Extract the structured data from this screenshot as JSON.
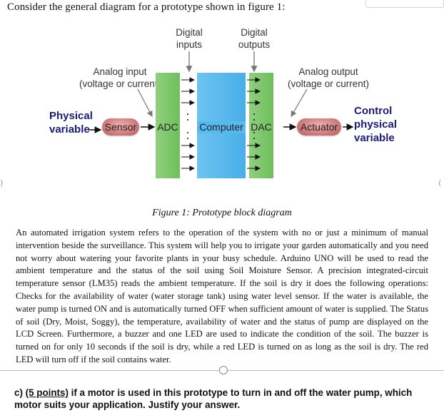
{
  "question": {
    "intro": "Consider the general diagram for a prototype shown in figure 1:"
  },
  "diagram": {
    "digital_inputs": [
      "Digital",
      "inputs"
    ],
    "digital_outputs": [
      "Digital",
      "outputs"
    ],
    "analog_input": [
      "Analog input",
      "(voltage or current)"
    ],
    "analog_output": [
      "Analog output",
      "(voltage or current)"
    ],
    "physical_variable": [
      "Physical",
      "variable"
    ],
    "control_physical_variable": [
      "Control",
      "physical",
      "variable"
    ],
    "sensor": "Sensor",
    "adc": "ADC",
    "computer": "Computer",
    "dac": "DAC",
    "actuator": "Actuator",
    "colors": {
      "converter_green": "#7ac767",
      "computer_blue": "#56b5ec",
      "pill_red": "#d98a8a",
      "label_navy": "#1a1a7a"
    }
  },
  "figure": {
    "caption": "Figure 1: Prototype block diagram"
  },
  "description": "An automated irrigation system refers to the operation of the system with no or just a minimum of manual intervention beside the surveillance. This system will help you to irrigate your garden automatically and you need not worry about watering your favorite plants in your busy schedule. Arduino UNO will be used to read the ambient temperature and the status of the soil using Soil Moisture Sensor. A precision integrated-circuit temperature sensor (LM35) reads the ambient temperature. If the soil is dry it does the following operations: Checks for the availability of water (water storage tank) using water level sensor. If the water is available, the water pump is turned ON and is automatically turned OFF when sufficient amount of water is supplied. The Status of soil (Dry, Moist, Soggy), the temperature, availability of water and the status of pump are displayed on the LCD Screen. Furthermore, a buzzer and one LED are used to indicate the condition of the soil. The buzzer is turned on for only 10 seconds if the soil is dry, while a red LED is turned on as long as the soil is dry. The red LED will turn off if the soil contains water.",
  "part_c": {
    "prefix": "c)",
    "points": "(5 points)",
    "text": " if a motor is used in this prototype to turn in and off the water pump, which motor suits your application. Justify your answer."
  }
}
